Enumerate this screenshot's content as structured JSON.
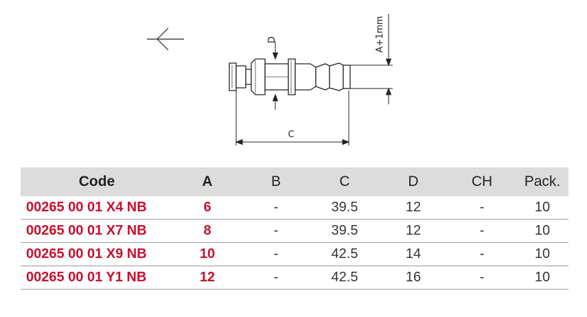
{
  "drawing": {
    "label_d": "D",
    "label_a": "A+1mm",
    "label_c": "C"
  },
  "table": {
    "headers": [
      "Code",
      "A",
      "B",
      "C",
      "D",
      "CH",
      "Pack."
    ],
    "rows": [
      {
        "code": "00265 00 01 X4 NB",
        "a": "6",
        "b": "-",
        "c": "39.5",
        "d": "12",
        "ch": "-",
        "pack": "10"
      },
      {
        "code": "00265 00 01 X7 NB",
        "a": "8",
        "b": "-",
        "c": "39.5",
        "d": "12",
        "ch": "-",
        "pack": "10"
      },
      {
        "code": "00265 00 01 X9 NB",
        "a": "10",
        "b": "-",
        "c": "42.5",
        "d": "14",
        "ch": "-",
        "pack": "10"
      },
      {
        "code": "00265 00 01 Y1 NB",
        "a": "12",
        "b": "-",
        "c": "42.5",
        "d": "16",
        "ch": "-",
        "pack": "10"
      }
    ]
  },
  "colors": {
    "code_red": "#c8102e",
    "header_bg": "#dcdcdc"
  }
}
